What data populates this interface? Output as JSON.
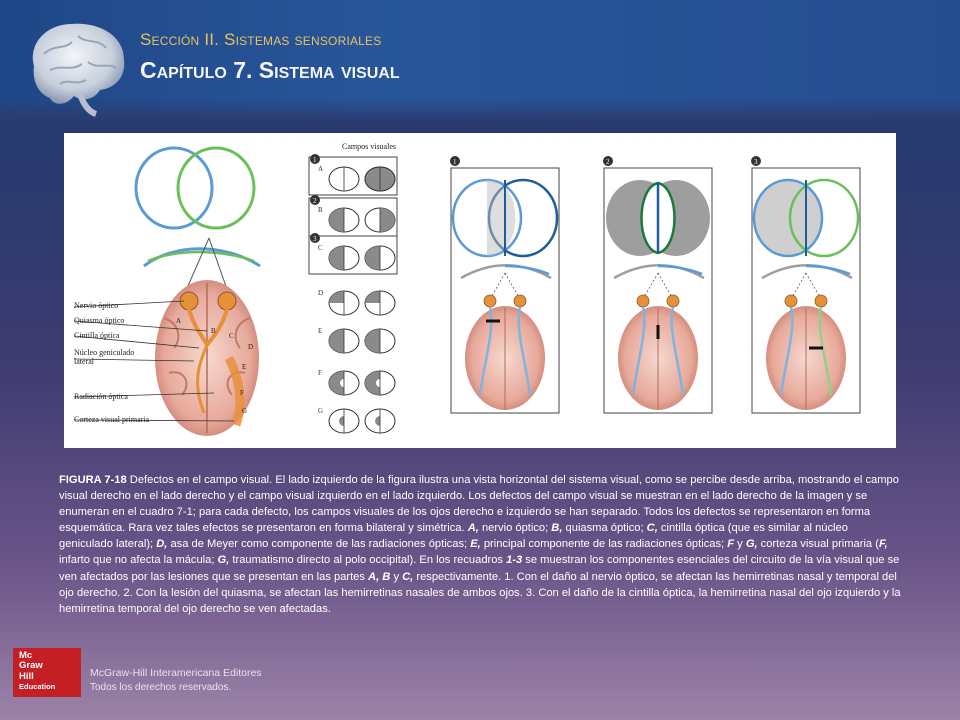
{
  "header": {
    "section": "Sección II. Sistemas sensoriales",
    "chapter": "Capítulo 7. Sistema visual",
    "icons": [
      "brain-icon"
    ]
  },
  "figure": {
    "panel_title": "Campos visuales",
    "row_letters": [
      "A",
      "B",
      "C",
      "D",
      "E",
      "F",
      "G"
    ],
    "step_numbers": [
      "1",
      "2",
      "3"
    ],
    "brain_labels": [
      "Nervio óptico",
      "Quiasma óptico",
      "Cintilla óptica",
      "Núcleo geniculado",
      "lateral",
      "Radiación óptica",
      "Corteza visual primaria"
    ],
    "brain_letters": [
      "A",
      "B",
      "C",
      "D",
      "E",
      "F",
      "G"
    ],
    "colors": {
      "blue": "#5a9bd5",
      "green": "#4caf50",
      "orange": "#e6903a",
      "gray": "#9e9e9e",
      "darkblue": "#1b5e9a"
    }
  },
  "caption": {
    "label": "FIGURA 7-18",
    "segments": [
      {
        "t": "Defectos en el campo visual. El lado izquierdo de la figura ilustra una vista horizontal del sistema visual, como se percibe desde arriba, mostrando el campo visual derecho en el lado derecho y el campo visual izquierdo en el lado izquierdo. Los defectos del campo visual se muestran en el lado derecho de la imagen y se enumeran en el cuadro 7-1; para cada defecto, los campos visuales de los ojos derecho e izquierdo se han separado. Todos los defectos se representaron en forma esquemática. Rara vez tales efectos se presentaron en forma bilateral y simétrica. ",
        "i": false
      },
      {
        "t": "A,",
        "i": true
      },
      {
        "t": " nervio óptico; ",
        "i": false
      },
      {
        "t": "B,",
        "i": true
      },
      {
        "t": " quiasma óptico; ",
        "i": false
      },
      {
        "t": "C,",
        "i": true
      },
      {
        "t": " cintilla óptica (que es similar al núcleo geniculado lateral); ",
        "i": false
      },
      {
        "t": "D,",
        "i": true
      },
      {
        "t": " asa de Meyer como componente de las radiaciones ópticas; ",
        "i": false
      },
      {
        "t": "E,",
        "i": true
      },
      {
        "t": " principal componente de las radiaciones ópticas; ",
        "i": false
      },
      {
        "t": "F",
        "i": true
      },
      {
        "t": " y ",
        "i": false
      },
      {
        "t": "G,",
        "i": true
      },
      {
        "t": " corteza visual primaria (",
        "i": false
      },
      {
        "t": "F,",
        "i": true
      },
      {
        "t": " infarto que no afecta la mácula; ",
        "i": false
      },
      {
        "t": "G,",
        "i": true
      },
      {
        "t": " traumatismo directo al polo occipital). En los recuadros ",
        "i": false
      },
      {
        "t": "1-3",
        "i": true
      },
      {
        "t": " se muestran los componentes esenciales del circuito de la vía visual que se ven afectados por las lesiones que se presentan en las partes ",
        "i": false
      },
      {
        "t": "A, B",
        "i": true
      },
      {
        "t": " y ",
        "i": false
      },
      {
        "t": "C,",
        "i": true
      },
      {
        "t": " respectivamente. 1. Con el daño al nervio óptico, se afectan las hemirretinas nasal y temporal del ojo derecho. 2. Con la lesión del quiasma, se afectan las hemirretinas nasales de ambos ojos. 3. Con el daño de la cintilla óptica, la hemirretina nasal del ojo izquierdo y la hemirretina temporal del ojo derecho se ven afectadas.",
        "i": false
      }
    ]
  },
  "footer": {
    "logo_lines": [
      "Mc",
      "Graw",
      "Hill",
      "Education"
    ],
    "publisher": "McGraw-Hill Interamericana Editores",
    "rights": "Todos los derechos reservados."
  }
}
